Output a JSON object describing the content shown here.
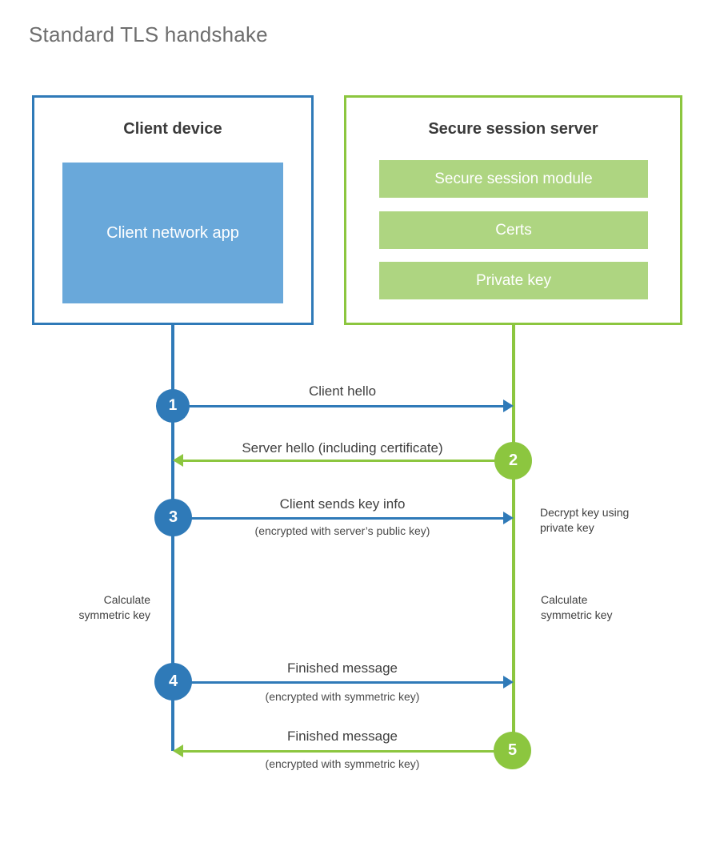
{
  "title": "Standard TLS handshake",
  "colors": {
    "client_accent": "#2f7ab8",
    "client_block": "#69a8da",
    "server_accent": "#8cc63f",
    "server_block": "#aed581",
    "title_text": "#6e6e6e",
    "body_text": "#3f3f3f"
  },
  "parties": {
    "client": {
      "title": "Client device",
      "components": [
        "Client network app"
      ]
    },
    "server": {
      "title": "Secure session server",
      "components": [
        "Secure session module",
        "Certs",
        "Private key"
      ]
    }
  },
  "steps": [
    {
      "number": "1",
      "label": "Client hello",
      "sublabel": "",
      "direction": "client-to-server",
      "color": "#2f7ab8"
    },
    {
      "number": "2",
      "label": "Server hello (including certificate)",
      "sublabel": "",
      "direction": "server-to-client",
      "color": "#8cc63f"
    },
    {
      "number": "3",
      "label": "Client sends key info",
      "sublabel": "(encrypted with server’s public key)",
      "direction": "client-to-server",
      "color": "#2f7ab8"
    },
    {
      "number": "4",
      "label": "Finished message",
      "sublabel": "(encrypted with symmetric key)",
      "direction": "client-to-server",
      "color": "#2f7ab8"
    },
    {
      "number": "5",
      "label": "Finished message",
      "sublabel": "(encrypted with symmetric key)",
      "direction": "server-to-client",
      "color": "#8cc63f"
    }
  ],
  "annotations": {
    "decrypt_key": "Decrypt key using\nprivate key",
    "calculate_symmetric_key_client": "Calculate\nsymmetric key",
    "calculate_symmetric_key_server": "Calculate\nsymmetric key"
  }
}
